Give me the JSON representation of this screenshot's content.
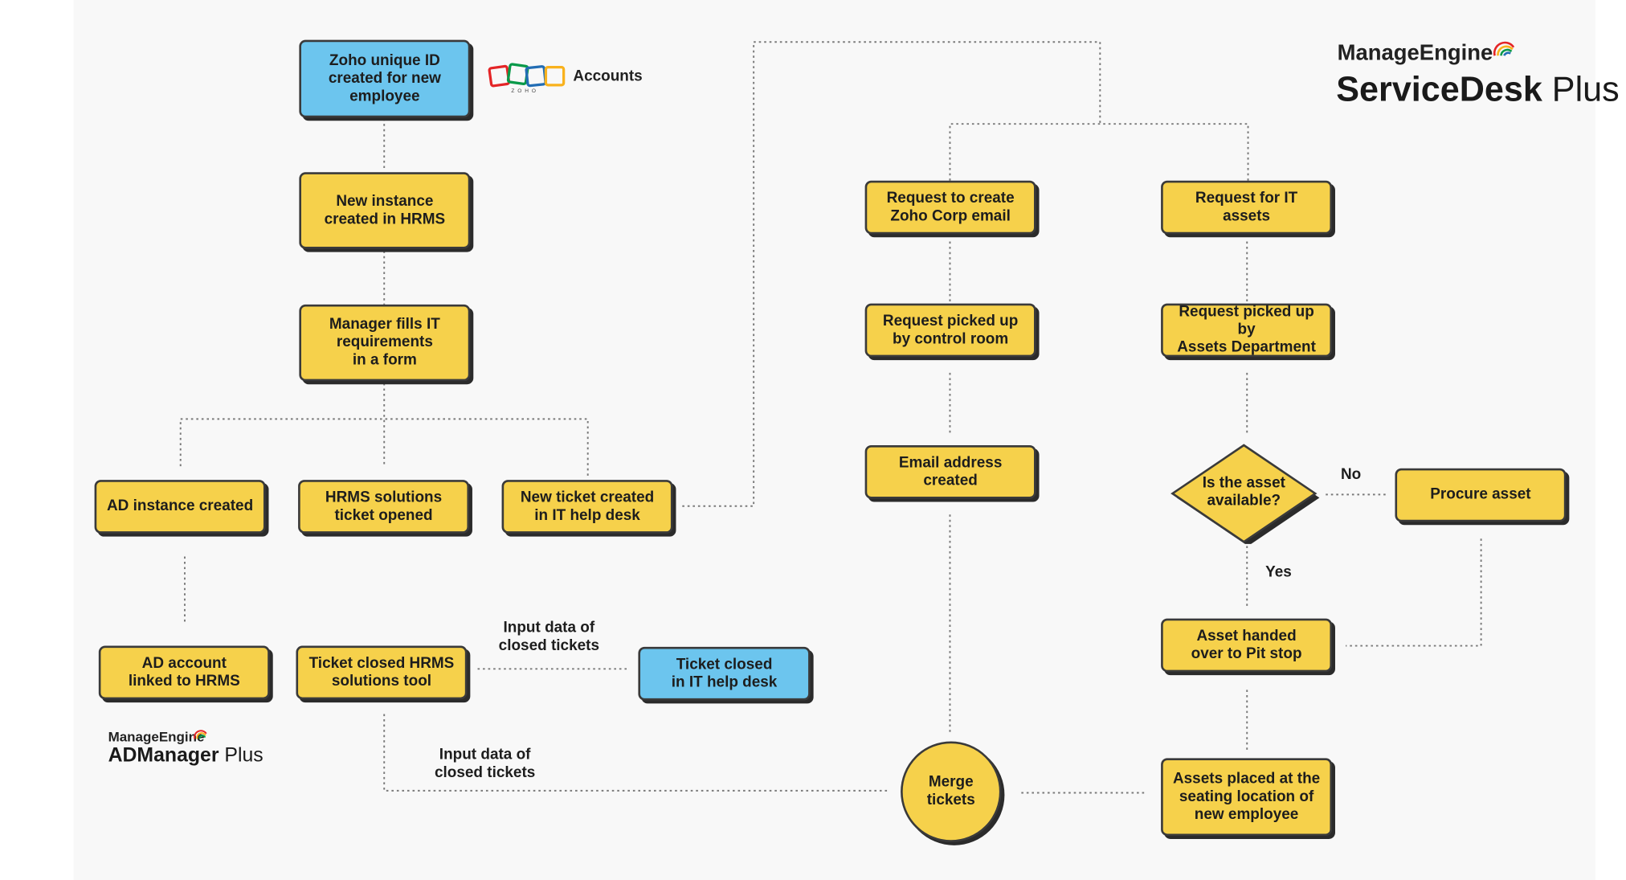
{
  "nodes": {
    "zoho_id": "Zoho unique ID\ncreated for new\nemployee",
    "hrms_instance": "New instance\ncreated in HRMS",
    "manager_form": "Manager fills IT\nrequirements\nin a form",
    "ad_instance": "AD instance created",
    "hrms_ticket": "HRMS solutions\nticket opened",
    "new_ticket": "New ticket created\nin IT help desk",
    "ad_linked": "AD account\nlinked to HRMS",
    "ticket_closed_hrms": "Ticket closed HRMS\nsolutions tool",
    "ticket_closed_helpdesk": "Ticket closed\nin IT help desk",
    "req_email": "Request to create\nZoho Corp email",
    "req_picked_control": "Request picked up\nby control room",
    "email_created": "Email address\ncreated",
    "req_assets": "Request for IT\nassets",
    "req_picked_assets": "Request picked up by\nAssets Department",
    "asset_available": "Is the asset\navailable?",
    "procure_asset": "Procure asset",
    "asset_handed": "Asset handed\nover to Pit stop",
    "assets_placed": "Assets placed at the\nseating location of\nnew employee",
    "merge_tickets": "Merge\ntickets"
  },
  "edge_labels": {
    "input_data_1": "Input data of\nclosed tickets",
    "input_data_2": "Input data of\nclosed tickets",
    "no": "No",
    "yes": "Yes"
  },
  "logos": {
    "zoho_accounts": "Accounts",
    "zoho_wordmark": "ZOHO",
    "servicedesk_brand": "ManageEngine",
    "servicedesk_product_bold": "ServiceDesk",
    "servicedesk_product_regular": " Plus",
    "admanager_brand": "ManageEngine",
    "admanager_product_bold": "ADManager",
    "admanager_product_regular": " Plus"
  },
  "colors": {
    "process_fill": "#f6d14b",
    "system_fill": "#6cc5ee",
    "outline": "#3a3a3a",
    "connector": "#7a7a7a"
  }
}
